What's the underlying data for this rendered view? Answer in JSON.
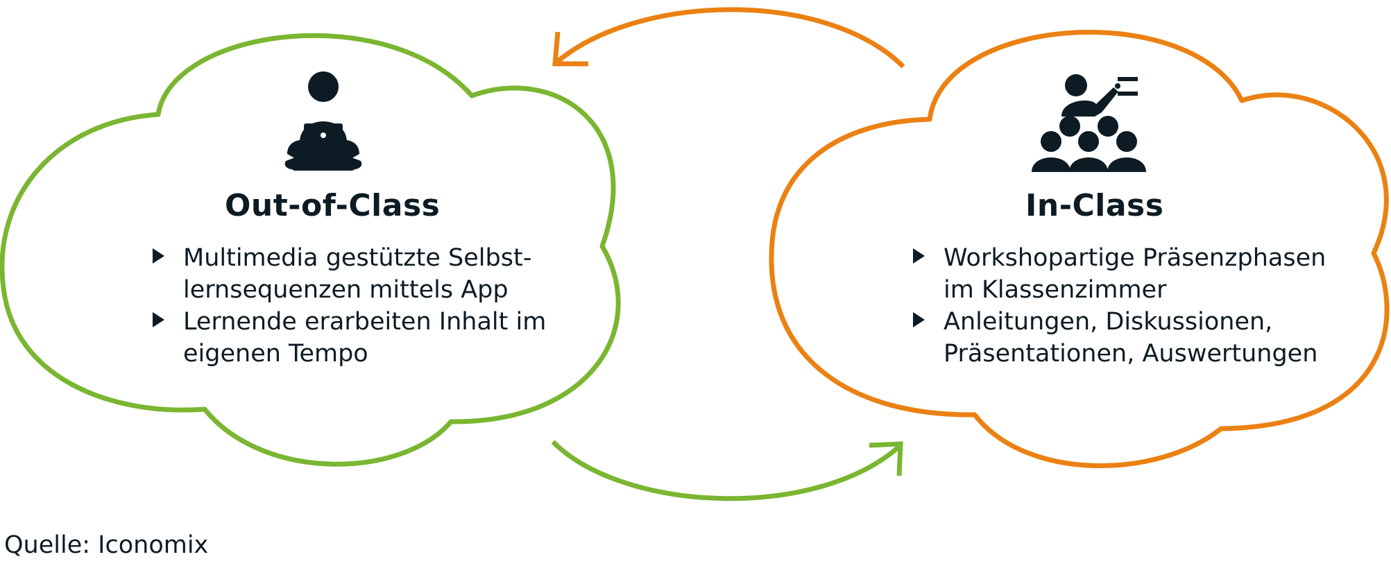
{
  "colors": {
    "green": "#7ab631",
    "orange": "#eb8113",
    "ink": "#0d1b24"
  },
  "left_panel": {
    "icon": "student-laptop-icon",
    "title": "Out-of-Class",
    "bullets": [
      "Multimedia gestützte Selbst-\nlernsequenzen mittels App",
      "Lernende erarbeiten Inhalt im\neigenen Tempo"
    ]
  },
  "right_panel": {
    "icon": "teacher-class-icon",
    "title": "In-Class",
    "bullets": [
      "Workshopartige Präsenzphasen\nim Klassenzimmer",
      "Anleitungen, Diskussionen,\nPräsentationen, Auswertungen"
    ]
  },
  "source": "Quelle: Iconomix"
}
